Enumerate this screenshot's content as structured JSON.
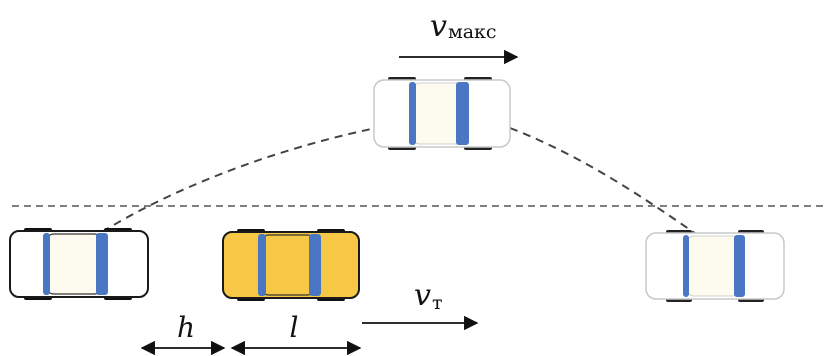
{
  "labels": {
    "v_max": {
      "symbol": "v",
      "subscript": "макс"
    },
    "v_truck": {
      "symbol": "v",
      "subscript": "т"
    },
    "gap": "h",
    "length": "l"
  },
  "colors": {
    "background": "#ffffff",
    "car_outline": "#1a1a1a",
    "car_body_white": "#ffffff",
    "car_body_yellow": "#f6c845",
    "car_stripe_blue": "#4a76c4",
    "car_window_cream": "#fdfaf0",
    "car_wheel_black": "#111111",
    "dashed_line": "#333333",
    "arrow": "#111111",
    "faded_car_outline": "#c8c8c8"
  },
  "vehicles": [
    {
      "id": "overtaking-car",
      "fill": "white",
      "state": "passing-lane"
    },
    {
      "id": "following-car",
      "fill": "white",
      "state": "behind"
    },
    {
      "id": "truck",
      "fill": "yellow",
      "state": "ahead"
    },
    {
      "id": "merged-car",
      "fill": "white",
      "state": "after-overtake"
    }
  ]
}
